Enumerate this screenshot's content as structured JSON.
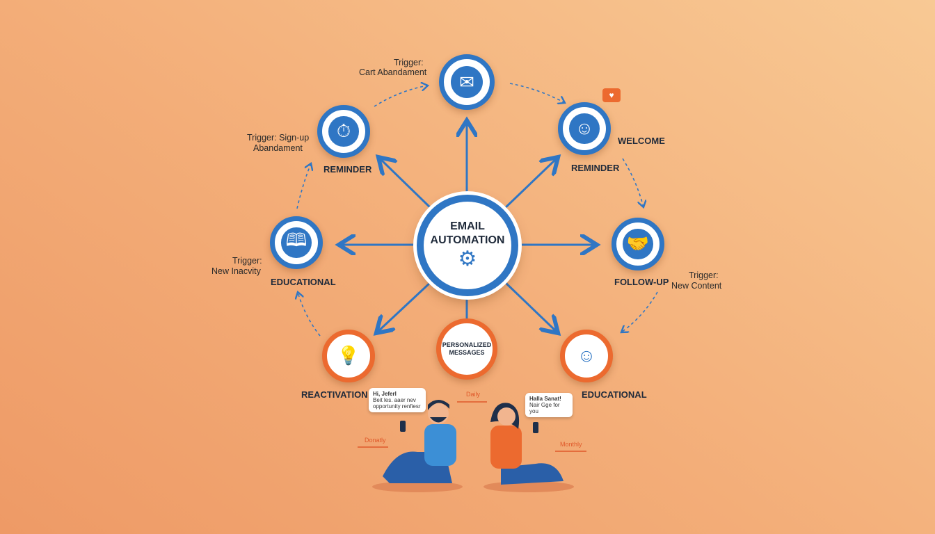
{
  "center": {
    "title": "EMAIL AUTOMATION",
    "icon": "gear-icon"
  },
  "nodes": {
    "top": {
      "trigger": "Trigger:",
      "trigger2": "Cart Abandament",
      "icon": "envelope-icon"
    },
    "top_left": {
      "label": "REMINDER",
      "trigger": "Trigger: Sign-up",
      "trigger2": "Abandament",
      "icon": "clock-bell-icon"
    },
    "top_right": {
      "label": "REMINDER",
      "label2": "WELCOME",
      "icon": "person-heart-icon"
    },
    "left": {
      "label": "EDUCATIONAL",
      "trigger": "Trigger:",
      "trigger2": "New Inacvity",
      "icon": "book-graduation-icon"
    },
    "right": {
      "label": "FOLLOW-UP",
      "trigger": "Trigger:",
      "trigger2": "New Content",
      "icon": "handshake-icon"
    },
    "bottom_left": {
      "label": "REACTIVATION",
      "icon": "lightbulb-icon"
    },
    "bottom_center": {
      "label": "PERSONALIZED MESSAGES"
    },
    "bottom_right": {
      "label": "EDUCATIONAL",
      "icon": "person-reading-icon"
    }
  },
  "bubbles": {
    "left_line1": "Hi, Jeferl",
    "left_line2": "Beit les. aaer nev",
    "left_line3": "opportunity renfiesr",
    "right_line1": "Halla Sanat!",
    "right_line2": "Nair Gge for you"
  },
  "frequencies": {
    "daily": "Daily",
    "donatly": "Donatly",
    "monthly": "Monthly"
  },
  "colors": {
    "blue": "#2f76c4",
    "orange": "#ec6a2f"
  }
}
